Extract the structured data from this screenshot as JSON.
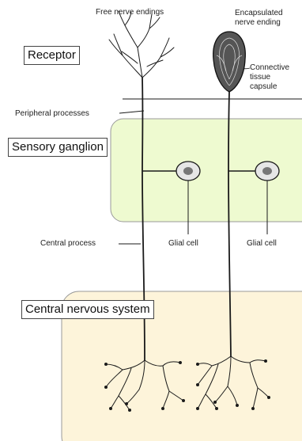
{
  "diagram": {
    "labels": {
      "free_nerve_endings": "Free nerve endings",
      "encapsulated_line1": "Encapsulated",
      "encapsulated_line2": "nerve ending",
      "connective_line1": "Connective",
      "connective_line2": "tissue",
      "connective_line3": "capsule",
      "peripheral_processes": "Peripheral processes",
      "central_process": "Central process",
      "glial_cell_left": "Glial cell",
      "glial_cell_right": "Glial cell"
    },
    "regions": {
      "receptor": "Receptor",
      "sensory_ganglion": "Sensory ganglion",
      "central_nervous_system": "Central nervous system"
    },
    "colors": {
      "ganglion_fill": "#eefad0",
      "cns_fill": "#fdf4da",
      "region_border": "#9a9a9a",
      "line": "#1a1a1a",
      "glial_fill": "#e6e6e6",
      "nucleus_fill": "#777777",
      "capsule_fill": "#555555"
    }
  }
}
